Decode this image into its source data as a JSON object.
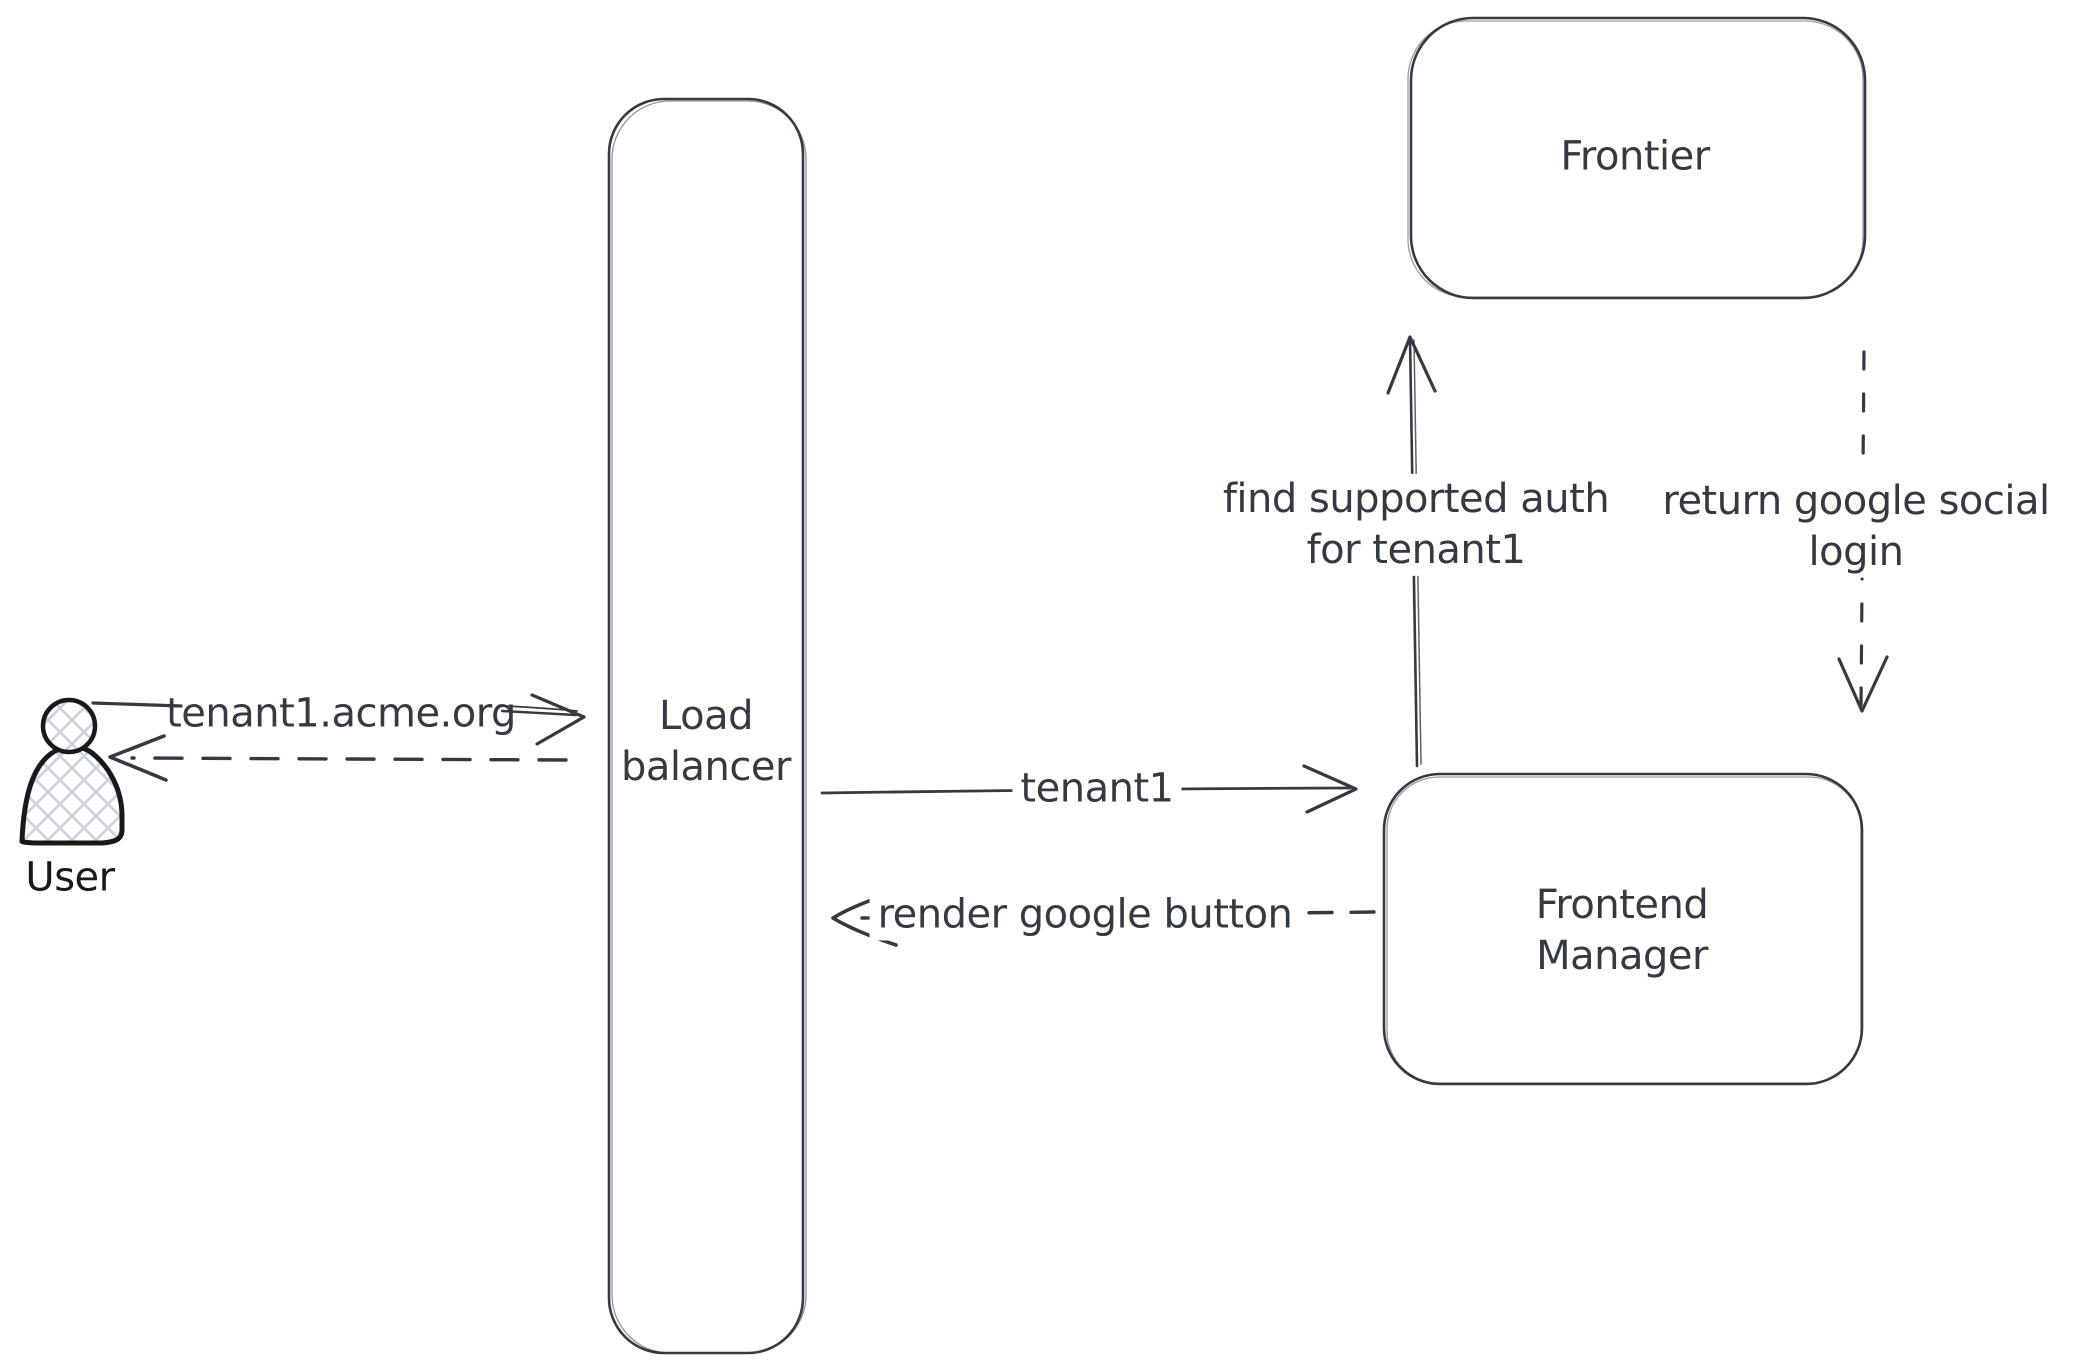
{
  "diagram": {
    "kind": "sequence-architecture-sketch",
    "colors": {
      "ink": "#343a40",
      "actor_ink": "#17191d",
      "hatch_fill_lines": "#ccd2da",
      "canvas": "#ffffff"
    },
    "nodes": {
      "user": {
        "label": "User",
        "type": "actor"
      },
      "load_balancer": {
        "label": "Load balancer",
        "label_lines": [
          "Load",
          "balancer"
        ],
        "type": "box"
      },
      "frontier": {
        "label": "Frontier",
        "type": "box"
      },
      "frontend_manager": {
        "label": "Frontend Manager",
        "label_lines": [
          "Frontend",
          "Manager"
        ],
        "type": "box"
      }
    },
    "edges": {
      "request_domain": {
        "label": "tenant1.acme.org",
        "style": "solid",
        "from": "user",
        "to": "load_balancer"
      },
      "response_to_user": {
        "label": "",
        "style": "dashed",
        "from": "load_balancer",
        "to": "user"
      },
      "tenant1": {
        "label": "tenant1",
        "style": "solid",
        "from": "load_balancer",
        "to": "frontend_manager"
      },
      "render_google_button": {
        "label": "render google button",
        "style": "dashed",
        "from": "frontend_manager",
        "to": "load_balancer"
      },
      "find_supported_auth": {
        "label": "find supported auth for tenant1",
        "label_lines": [
          "find supported auth",
          "for tenant1"
        ],
        "style": "solid",
        "from": "frontend_manager",
        "to": "frontier"
      },
      "return_google_social": {
        "label": "return google social login",
        "label_lines": [
          "return google social",
          "login"
        ],
        "style": "dashed",
        "from": "frontier",
        "to": "frontend_manager"
      }
    }
  }
}
